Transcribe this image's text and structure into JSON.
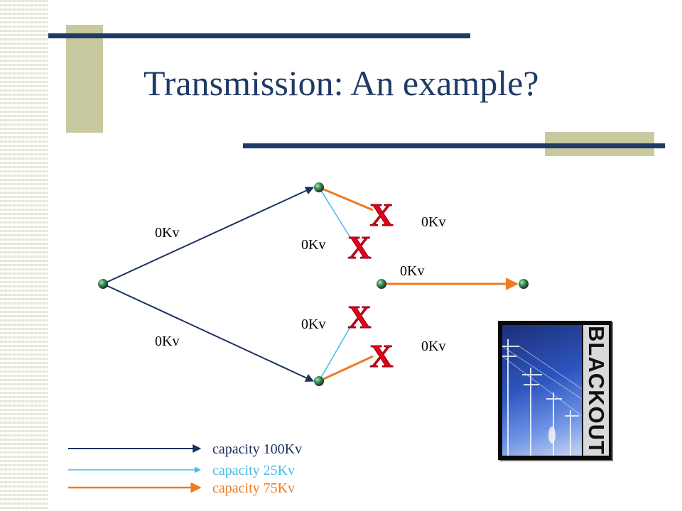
{
  "slide": {
    "title": "Transmission: An example?",
    "colors": {
      "title": "#1f3a66",
      "accent_block": "#c9c9a0",
      "bar": "#1f3a66",
      "stripes": "#e6e6d2"
    }
  },
  "diagram": {
    "colors": {
      "cap100": "#1a3060",
      "cap25": "#41bde6",
      "cap75": "#ee7a22",
      "fail_mark": "#e4001b",
      "node": "#2e7d4f"
    },
    "line_labels": {
      "upper_left": "0Kv",
      "lower_left": "0Kv",
      "upper_mid": "0Kv",
      "lower_mid": "0Kv",
      "upper_right": "0Kv",
      "center_right": "0Kv",
      "lower_right": "0Kv"
    },
    "failure_mark": "X"
  },
  "legend": {
    "items": [
      {
        "label": "capacity 100Kv",
        "color": "#1a3060"
      },
      {
        "label": "capacity 25Kv",
        "color": "#41bde6"
      },
      {
        "label": "capacity 75Kv",
        "color": "#ee7a22"
      }
    ]
  },
  "image": {
    "word": "BLACKOUT"
  }
}
